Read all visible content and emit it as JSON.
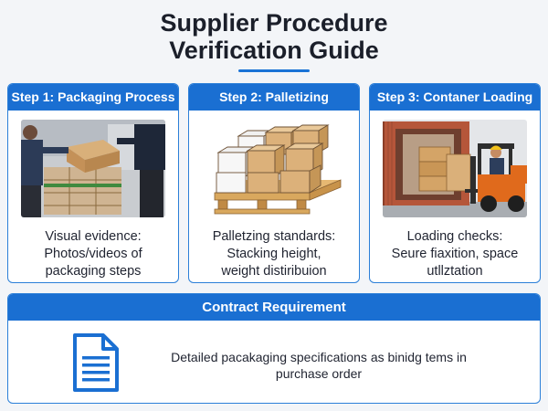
{
  "title_line1": "Supplier Procedure",
  "title_line2": "Verification Guide",
  "steps": [
    {
      "header": "Step 1: Packaging Process",
      "text_lines": [
        "Visual evidence:",
        "Photos/videos of",
        "packaging steps"
      ],
      "image_icon": "packaging-photo"
    },
    {
      "header": "Step 2: Palletizing",
      "text_lines": [
        "Palletzing standards:",
        "Stacking height,",
        "weight distiribuion"
      ],
      "image_icon": "pallet-boxes-illustration"
    },
    {
      "header": "Step 3: Contaner Loading",
      "text_lines": [
        "Loading checks:",
        "Seure fiaxition, space",
        "utllztation"
      ],
      "image_icon": "container-forklift-photo"
    }
  ],
  "contract": {
    "header": "Contract Requirement",
    "text_line1": "Detailed pacakaging specifications as binidg tems in",
    "text_line2": "purchase order",
    "icon": "document-icon"
  },
  "colors": {
    "accent": "#1a6fd2",
    "border": "#2b7fd8",
    "background": "#f3f5f8"
  }
}
